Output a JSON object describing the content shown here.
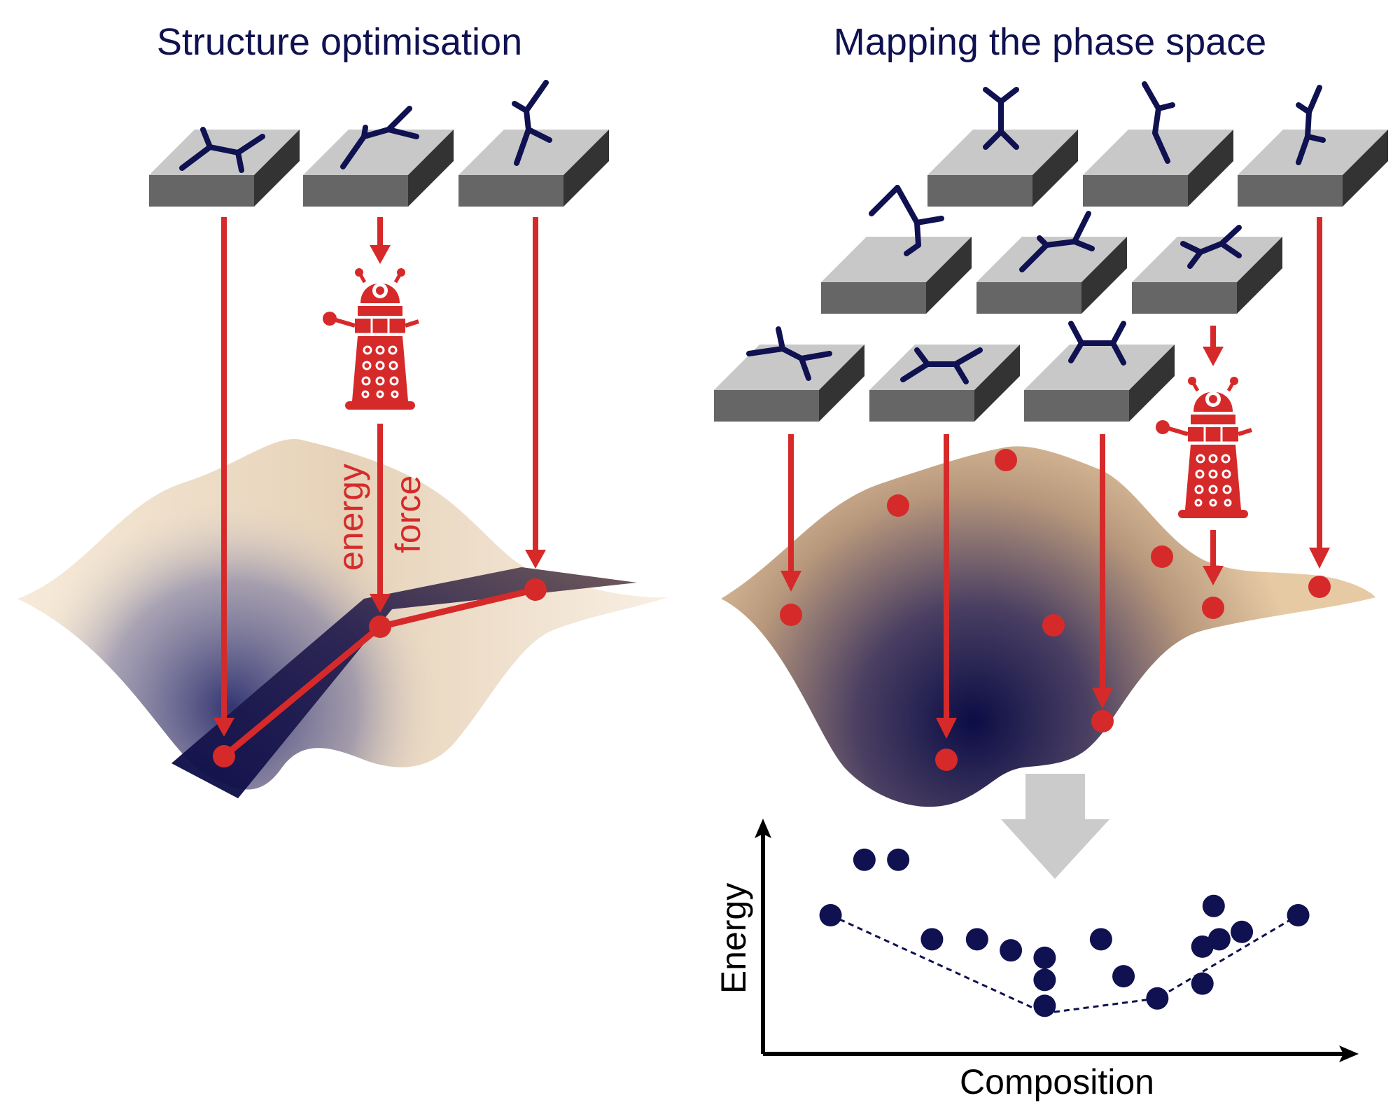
{
  "left_panel": {
    "title": "Structure optimisation",
    "labels": {
      "energy": "energy",
      "force": "force"
    }
  },
  "right_panel": {
    "title": "Mapping the phase space"
  },
  "plot": {
    "xlabel": "Composition",
    "ylabel": "Energy"
  },
  "colors": {
    "accent_red": "#d62a2a",
    "molecule_navy": "#0f1150",
    "slab_top": "#c8c8c8",
    "slab_side": "#333333",
    "surface_sand": "#d9b88f",
    "big_arrow_grey": "#cbcbcb"
  },
  "icons": [
    "robot-icon",
    "molecule-icon"
  ],
  "chart_data": {
    "type": "scatter",
    "xlabel": "Composition",
    "ylabel": "Energy",
    "points": [
      [
        1.2,
        0.55
      ],
      [
        1.8,
        0.85
      ],
      [
        2.4,
        0.85
      ],
      [
        3.0,
        0.42
      ],
      [
        3.8,
        0.42
      ],
      [
        4.4,
        0.36
      ],
      [
        5.0,
        0.2
      ],
      [
        5.0,
        0.06
      ],
      [
        5.0,
        0.32
      ],
      [
        6.0,
        0.42
      ],
      [
        6.4,
        0.22
      ],
      [
        7.0,
        0.1
      ],
      [
        7.8,
        0.38
      ],
      [
        7.8,
        0.18
      ],
      [
        8.1,
        0.42
      ],
      [
        8.5,
        0.46
      ],
      [
        8.0,
        0.6
      ],
      [
        9.5,
        0.55
      ]
    ],
    "hull": [
      [
        1.2,
        0.55
      ],
      [
        5.0,
        0.02
      ],
      [
        7.0,
        0.1
      ],
      [
        9.5,
        0.55
      ]
    ],
    "grid": false
  }
}
